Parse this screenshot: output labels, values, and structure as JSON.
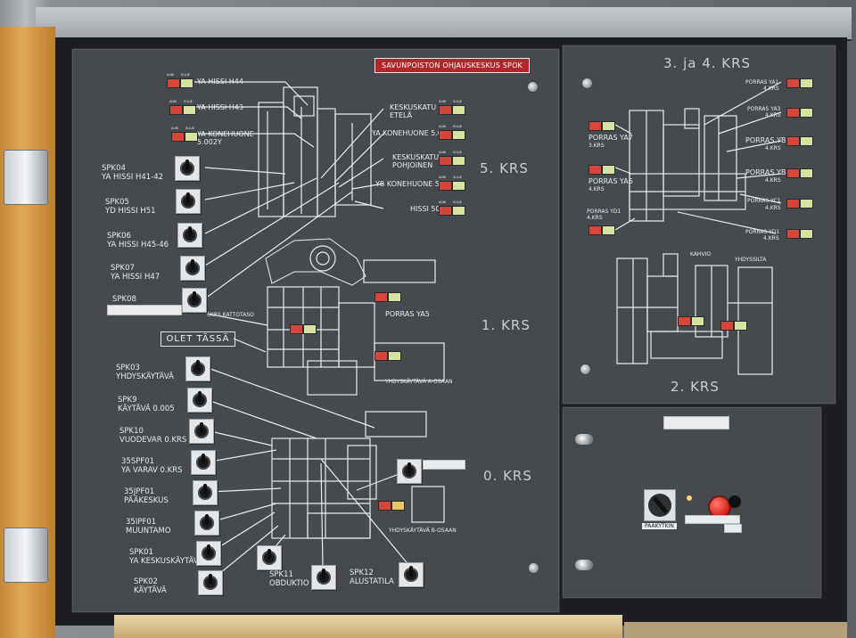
{
  "panel": {
    "title": "SAVUNPOISTON OHJAUSKESKUS SPOK",
    "you_are_here": "OLET TÄSSÄ",
    "lamp_caption_a": "AUKI",
    "lamp_caption_b": "SULJE"
  },
  "floors": {
    "f5": "5. KRS",
    "f1": "1. KRS",
    "f0": "0. KRS",
    "f34": "3. ja 4. KRS",
    "f2": "2. KRS"
  },
  "switches": [
    {
      "code": "SPK04",
      "name": "YA HISSI H41-42"
    },
    {
      "code": "SPK05",
      "name": "YD HISSI H51"
    },
    {
      "code": "SPK06",
      "name": "YA HISSI H45-46"
    },
    {
      "code": "SPK07",
      "name": "YA HISSI H47"
    },
    {
      "code": "SPK08",
      "name": ""
    },
    {
      "code": "SPK03",
      "name": "YHDYSKÄYTÄVÄ"
    },
    {
      "code": "SPK9",
      "name": "KÄYTÄVÄ 0.005"
    },
    {
      "code": "SPK10",
      "name": "VUODEVAR 0.KRS"
    },
    {
      "code": "35SPF01",
      "name": "YA VARAV 0.KRS"
    },
    {
      "code": "35JPF01",
      "name": "PÄÄKESKUS"
    },
    {
      "code": "35IPF01",
      "name": "MUUNTAMO"
    },
    {
      "code": "SPK01",
      "name": "YA KESKUSKÄYTÄVÄ"
    },
    {
      "code": "SPK02",
      "name": "KÄYTÄVÄ"
    },
    {
      "code": "SPK11",
      "name": "OBDUKTIO"
    },
    {
      "code": "SPK12",
      "name": "ALUSTATILA"
    }
  ],
  "labels_5krs": {
    "ya_hissi_h44": "YA HISSI H44",
    "ya_hissi_h43": "YA HISSI H43",
    "ya_konehuone": "YA KONEHUONE",
    "ya_konehuone_no": "5.002Y",
    "keskuskatu_etela_1": "KESKUSKATU",
    "keskuskatu_etela_2": "ETELÄ",
    "ya_konehuone_5003": "YA KONEHUONE 5.003Y",
    "keskuskatu_pohj_1": "KESKUSKATU",
    "keskuskatu_pohj_2": "POHJOINEN",
    "yb_konehuone": "YB KONEHUONE 5.004Y",
    "hissi_50": "HISSI 50"
  },
  "labels_1krs": {
    "kattotaso": "5KRS KATTOTASO",
    "porras_ya5": "PORRAS YA5",
    "yhdyskaytava_a": "YHDYSKÄYTÄVÄ A-OSAAN"
  },
  "labels_0krs": {
    "yhdyskaytava_b": "YHDYSKÄYTÄVÄ B-OSAAN"
  },
  "labels_34krs": {
    "porras_ya1_1": "PORRAS YA1",
    "porras_ya1_2": "4.KRS",
    "porras_ya3_1": "PORRAS YA3",
    "porras_ya3_2": "4.KRS",
    "porras_ya7_1": "PORRAS YA7",
    "porras_ya7_2": "3.KRS",
    "porras_yb1_1": "PORRAS YB1",
    "porras_yb1_2": "4.KRS",
    "porras_ya6_1": "PORRAS YA6",
    "porras_ya6_2": "4.KRS",
    "porras_yb2_1": "PORRAS YB2",
    "porras_yb2_2": "4.KRS",
    "porras_yd1_1": "PORRAS YD1",
    "porras_yd1_2": "4.KRS",
    "porras_yc1_1": "PORRAS YC1",
    "porras_yc1_2": "4.KRS",
    "porras_yd1b_1": "PORRAS YD1",
    "porras_yd1b_2": "4.KRS"
  },
  "labels_2krs": {
    "kahvio": "KAHVIO",
    "yhdyssilta": "YHDYSSILTA"
  },
  "control": {
    "rotary_label": "PÄÄKYTKIN"
  },
  "colors": {
    "panel": "#46494d",
    "lamp_red": "#d7443a",
    "lamp_green": "#d6e2a2",
    "title_bg": "#b3262b"
  }
}
